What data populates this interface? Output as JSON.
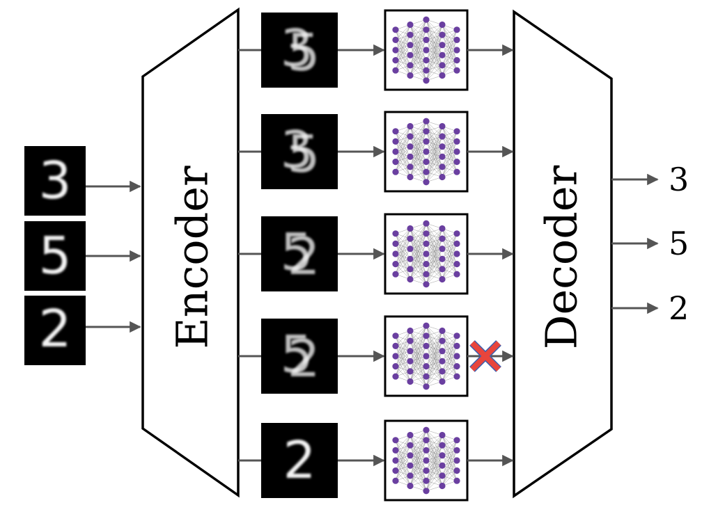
{
  "encoder": {
    "label": "Encoder"
  },
  "decoder": {
    "label": "Decoder"
  },
  "inputs": [
    "3",
    "5",
    "2"
  ],
  "outputs": [
    "3",
    "5",
    "2"
  ],
  "branches": [
    {
      "glyphs": [
        "3",
        "5"
      ],
      "blocked": false
    },
    {
      "glyphs": [
        "3",
        "5"
      ],
      "blocked": false
    },
    {
      "glyphs": [
        "5",
        "2"
      ],
      "blocked": false
    },
    {
      "glyphs": [
        "5",
        "2"
      ],
      "blocked": true
    },
    {
      "glyphs": [
        "2"
      ],
      "blocked": false
    }
  ],
  "colors": {
    "neuron": "#6a3fa0",
    "arrow": "#555555",
    "cross": "#e8453c"
  },
  "icons": {
    "network": "neural-network-icon",
    "blocked": "x-mark-icon"
  }
}
